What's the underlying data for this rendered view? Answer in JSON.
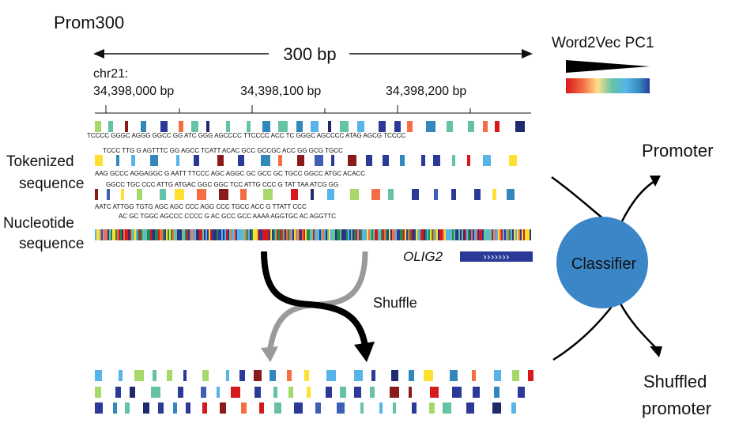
{
  "title": "Prom300",
  "length_label": "300 bp",
  "legend": {
    "label": "Word2Vec PC1",
    "gradient_colors": [
      "#d7191c",
      "#f46d43",
      "#fee08b",
      "#a6d96a",
      "#66c2a5",
      "#3288bd",
      "#2b3a99"
    ]
  },
  "coordinate": {
    "chrom": "chr21:",
    "ticks": [
      "34,398,000 bp",
      "34,398,100 bp",
      "34,398,200 bp"
    ]
  },
  "labels": {
    "tokenized": [
      "Tokenized",
      "sequence"
    ],
    "nucleotide": [
      "Nucleotide",
      "sequence"
    ],
    "shuffle": "Shuffle",
    "classifier": "Classifier",
    "promoter": "Promoter",
    "shuffled": [
      "Shuffled",
      "promoter"
    ]
  },
  "gene": {
    "name": "OLIG2",
    "strand": "›››››››"
  },
  "token_rows": [
    "TCCCC  GGGC  AGGG  GGCC    GG    ATC    GGG    AGCCCC  TTCCCC  ACC  TC  GGGC  AGCCCC    ATAG  AGCG  TCCCC",
    "TCCC    TTG    G    AGTTTC    GG    AGCC  TCATT    ACAC    GCC    GCCGC    ACC    GG    GCG  TGCC",
    "AAG    GCCC  AGGAGGC  G    AATT    TTCCC  AGC  AGGC    GC  GCC    GC    TGCC    GGCC    ATGC    ACACC",
    "GGCC    TGC    CCC    ATTG  ATGAC    GGC  GGC  TCC  ATTG    CCC    G      TAT      TAA      ATCG    GG",
    "AATC    ATTGG    TGTG    AGC    AGC    CCC      AGG      CCC  TGCC  ACC    G      TTATT      CCC",
    "AC      GC      TGGC    AGCCC    CCCC      G      AC      GCC  GCC    AAAA  AGGTGC    AC    AGGTTC"
  ]
}
